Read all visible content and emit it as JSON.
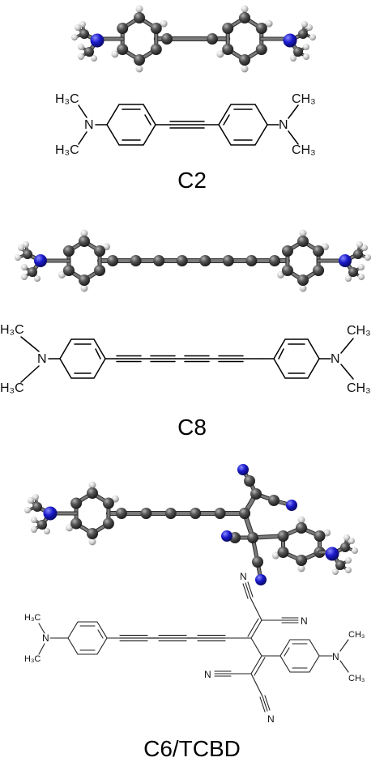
{
  "panels": [
    {
      "id": "c2",
      "caption": "C2",
      "labels": {
        "left_upper": "H₃C",
        "left_lower": "H₃C",
        "left_n": "N",
        "right_upper": "CH₃",
        "right_lower": "CH₃",
        "right_n": "N"
      }
    },
    {
      "id": "c8",
      "caption": "C8",
      "labels": {
        "left_upper": "H₃C",
        "left_lower": "H₃C",
        "left_n": "N",
        "right_upper": "CH₃",
        "right_lower": "CH₃",
        "right_n": "N"
      }
    },
    {
      "id": "c6tcbd",
      "caption": "C6/TCBD",
      "labels": {
        "left_upper": "H₃C",
        "left_lower": "H₃C",
        "left_n": "N",
        "right_upper": "CH₃",
        "right_lower": "CH₃",
        "right_n": "N",
        "cn_top_left": "N",
        "cn_top_right": "N",
        "cn_bottom_left": "N",
        "cn_bottom_right": "N"
      }
    }
  ],
  "colors": {
    "carbon": "#3d3d3d",
    "carbon_highlight": "#8a8a8a",
    "hydrogen": "#d9d9d9",
    "nitrogen": "#1a1acc",
    "nitrogen_highlight": "#6f6fff",
    "bond": "#5a5a5a",
    "line": "#000000"
  }
}
